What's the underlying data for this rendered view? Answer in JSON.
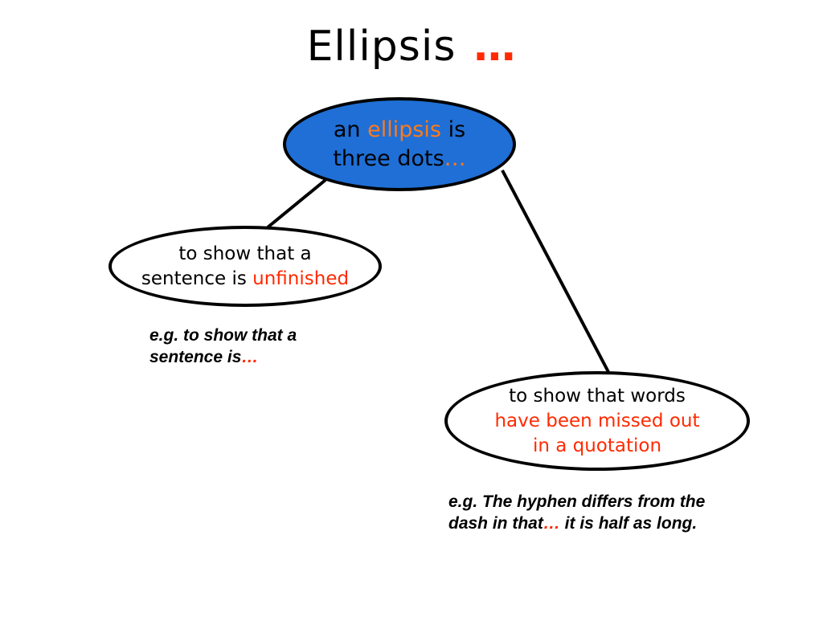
{
  "title": {
    "text": "Ellipsis",
    "accent": "…"
  },
  "center_node": {
    "pre": "an ",
    "highlight": "ellipsis",
    "post": " is",
    "line2": "three dots",
    "dots": "…"
  },
  "left_node": {
    "line1": "to show that a",
    "line2_pre": "sentence is ",
    "highlight": "unfinished"
  },
  "left_example": {
    "line1": "e.g.  to show that a",
    "line2": "sentence is",
    "dots": "…"
  },
  "right_node": {
    "line1": "to show that words",
    "line2": "have been missed out",
    "line3": "in a quotation"
  },
  "right_example": {
    "line1": "e.g.  The hyphen differs from the",
    "line2_pre": "dash in that",
    "dots": "…",
    "line2_post": " it is half as long."
  },
  "colors": {
    "center_fill": "#1f6fd6",
    "highlight_orange": "#ff7a1a",
    "highlight_red": "#ff2a00",
    "outline": "#000000"
  }
}
